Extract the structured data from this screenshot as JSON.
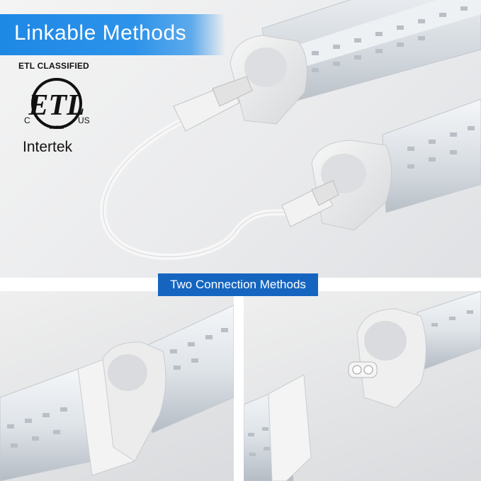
{
  "title": "Linkable Methods",
  "certification": {
    "top_label": "ETL CLASSIFIED",
    "logo_letters": "ETL",
    "logo_left": "C",
    "logo_right": "US",
    "logo_listed": "LISTED",
    "company": "Intertek"
  },
  "subtitle": "Two Connection Methods",
  "colors": {
    "banner_blue": "#1e88e5",
    "subtitle_blue": "#1565c0"
  },
  "icons": [
    "etl-listed-mark-icon"
  ]
}
